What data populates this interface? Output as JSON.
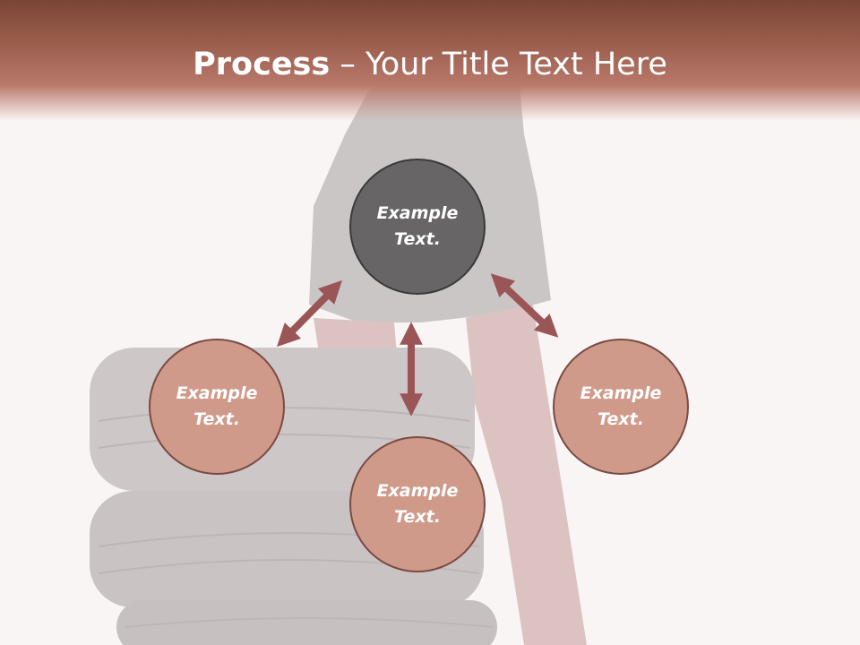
{
  "title": {
    "bold": "Process",
    "rest": " – Your Title Text Here"
  },
  "colors": {
    "header": "#9a5d4c",
    "node_fill": "#cf9a8a",
    "center_fill": "#676565",
    "arrow": "#9a5557"
  },
  "circles": {
    "top": {
      "line1": "Example",
      "line2": "Text."
    },
    "left": {
      "line1": "Example",
      "line2": "Text."
    },
    "bottom": {
      "line1": "Example",
      "line2": "Text."
    },
    "right": {
      "line1": "Example",
      "line2": "Text."
    }
  }
}
